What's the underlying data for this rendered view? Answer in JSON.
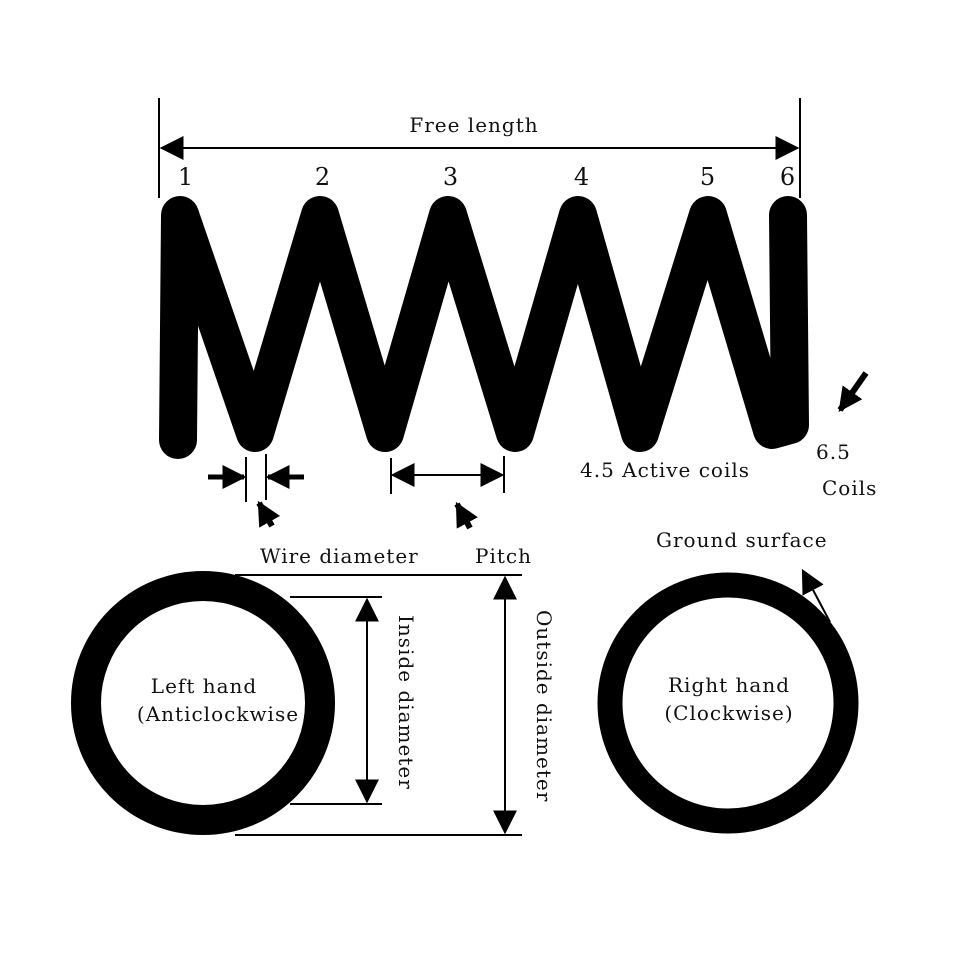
{
  "title": "Compression spring terminology",
  "labels": {
    "free_length": "Free length",
    "coil_numbers": [
      "1",
      "2",
      "3",
      "4",
      "5",
      "6"
    ],
    "active_coils": "4.5 Active coils",
    "total_coils_num": "6.5",
    "total_coils_word": "Coils",
    "wire_diameter": "Wire diameter",
    "pitch": "Pitch",
    "ground_surface": "Ground surface",
    "inside_diameter": "Inside diameter",
    "outside_diameter": "Outside diameter",
    "left_hand_1": "Left hand",
    "left_hand_2": "(Anticlockwise",
    "right_hand_1": "Right hand",
    "right_hand_2": "(Clockwise)"
  },
  "colors": {
    "ink": "#000000",
    "background": "#ffffff"
  }
}
